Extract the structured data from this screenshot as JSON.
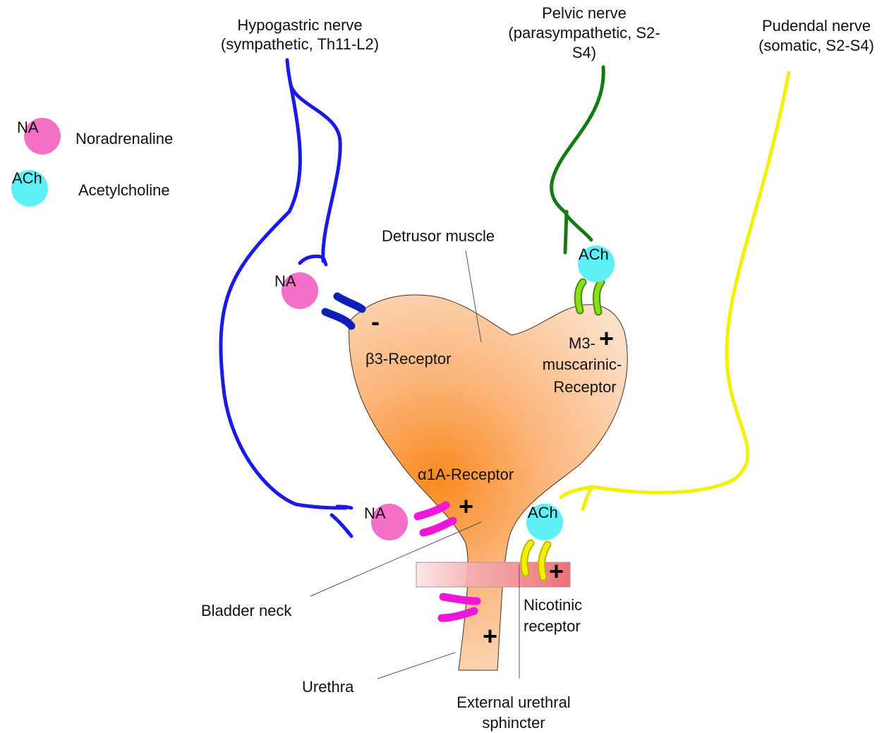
{
  "nerves": {
    "hypogastric": {
      "line1": "Hypogastric nerve",
      "line2": "(sympathetic, Th11-L2)"
    },
    "pelvic": {
      "line1": "Pelvic nerve",
      "line2": "(parasympathetic, S2-",
      "line3": "S4)"
    },
    "pudendal": {
      "line1": "Pudendal nerve",
      "line2": "(somatic, S2-S4)"
    }
  },
  "legend": {
    "na": {
      "abbr": "NA",
      "label": "Noradrenaline"
    },
    "ach": {
      "abbr": "ACh",
      "label": "Acetylcholine"
    }
  },
  "molecules": {
    "na": "NA",
    "ach": "ACh"
  },
  "labels": {
    "detrusor": "Detrusor muscle",
    "beta3": "β3-Receptor",
    "m3_line1": "M3-",
    "m3_line2": "muscarinic-",
    "m3_line3": "Receptor",
    "alpha1a": "α1A-Receptor",
    "bladder_neck": "Bladder neck",
    "nicotinic_line1": "Nicotinic",
    "nicotinic_line2": "receptor",
    "urethra": "Urethra",
    "sphincter_line1": "External urethral",
    "sphincter_line2": "sphincter"
  },
  "signs": {
    "beta3": "-",
    "m3": "+",
    "alpha1a": "+",
    "nicotinic": "+",
    "urethra": "+"
  },
  "colors": {
    "sympathetic": "#1a1ae6",
    "parasympathetic": "#157a15",
    "somatic": "#f2f200",
    "noradrenaline": "#f46fc8",
    "acetylcholine": "#5cf0f5",
    "beta_receptor": "#0e1fb8",
    "m3_receptor": "#88e01c",
    "alpha_receptor": "#ee16d8",
    "nicotinic_receptor": "#f0f000",
    "bladder": "#f8c9a1",
    "bladder_center": "#f98a1f",
    "sphincter": "#f27b80"
  }
}
